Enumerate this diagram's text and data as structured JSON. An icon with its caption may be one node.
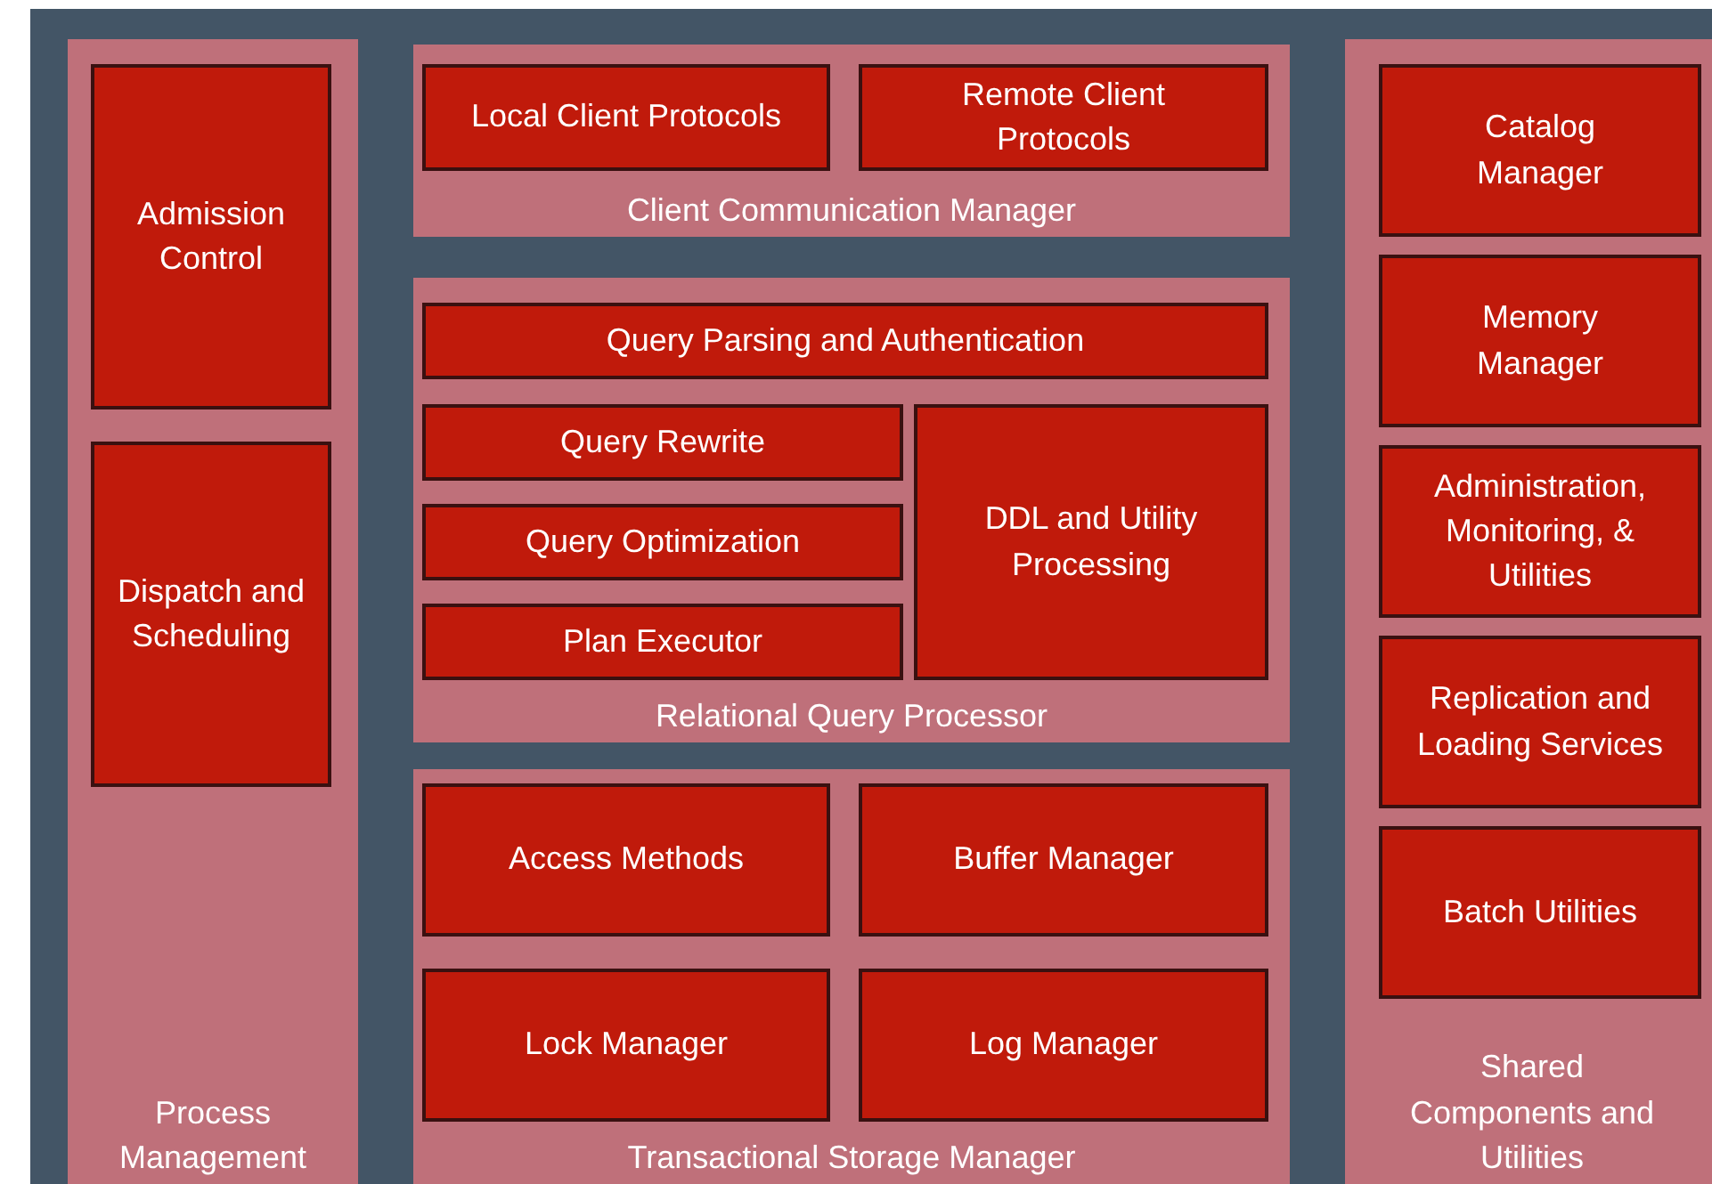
{
  "diagram": {
    "nodes": [
      {
        "text": [
          "Process Management"
        ]
      },
      {
        "text": [
          "Admission Control"
        ],
        "in": 0
      },
      {
        "text": [
          "Dispatch and Scheduling"
        ],
        "in": 0
      },
      {
        "text": [
          "Client Communication Manager"
        ]
      },
      {
        "text": [
          "Local Client Protocols"
        ],
        "in": 3
      },
      {
        "text": [
          "Remote Client Protocols"
        ],
        "in": 3
      },
      {
        "text": [
          "Relational Query Processor"
        ]
      },
      {
        "text": [
          "Query Parsing and Authentication"
        ],
        "in": 6
      },
      {
        "text": [
          "Query Rewrite"
        ],
        "in": 6
      },
      {
        "text": [
          "Query Optimization"
        ],
        "in": 6
      },
      {
        "text": [
          "Plan Executor"
        ],
        "in": 6
      },
      {
        "text": [
          "DDL and Utility Processing"
        ],
        "in": 6
      },
      {
        "text": [
          "Transactional Storage Manager"
        ]
      },
      {
        "text": [
          "Access Methods"
        ],
        "in": 12
      },
      {
        "text": [
          "Buffer Manager"
        ],
        "in": 12
      },
      {
        "text": [
          "Lock Manager"
        ],
        "in": 12
      },
      {
        "text": [
          "Log Manager"
        ],
        "in": 12
      },
      {
        "text": [
          "Shared Components and Utilities"
        ]
      },
      {
        "text": [
          "Catalog Manager"
        ],
        "in": 17
      },
      {
        "text": [
          "Memory Manager"
        ],
        "in": 17
      },
      {
        "text": [
          "Administration, Monitoring, & Utilities"
        ],
        "in": 17
      },
      {
        "text": [
          "Replication and Loading Services"
        ],
        "in": 17
      },
      {
        "text": [
          "Batch Utilities"
        ],
        "in": 17
      }
    ]
  }
}
